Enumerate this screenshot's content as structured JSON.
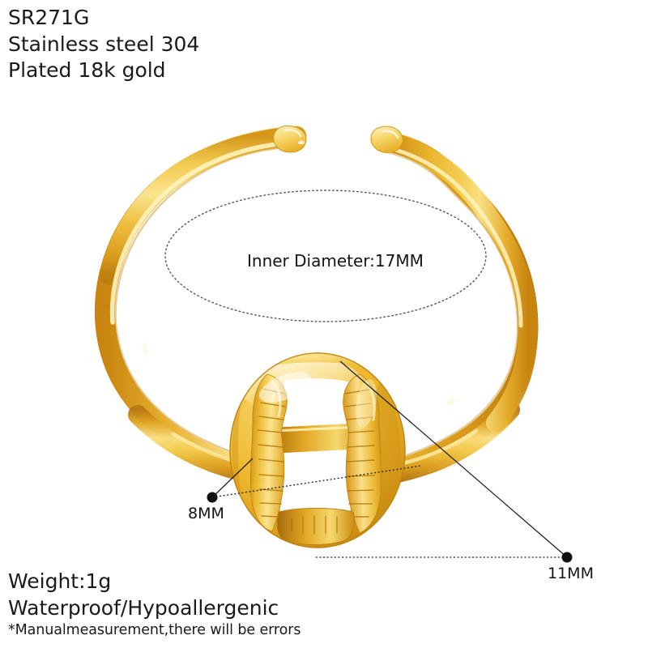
{
  "product": {
    "sku": "SR271G",
    "material": "Stainless steel 304",
    "plating": "Plated 18k gold",
    "weight": "Weight:1g",
    "features": "Waterproof/Hypoallergenic",
    "disclaimer": "*Manualmeasurement,there will be errors"
  },
  "measurements": {
    "inner_diameter_label": "Inner Diameter:17MM",
    "charm_height_label": "8MM",
    "charm_width_label": "11MM"
  },
  "colors": {
    "background": "#ffffff",
    "text": "#1a1a1a",
    "leader_line": "#222222",
    "gold_highlight": "#fdf0b8",
    "gold_light": "#f7d76a",
    "gold_mid": "#eeb929",
    "gold_deep": "#d9961a",
    "gold_shadow": "#b87410"
  },
  "graphic": {
    "band_name": "open adjustable gold ring band",
    "charm_name": "cowrie shell charm",
    "inner_ellipse_name": "inner diameter dotted ellipse"
  }
}
